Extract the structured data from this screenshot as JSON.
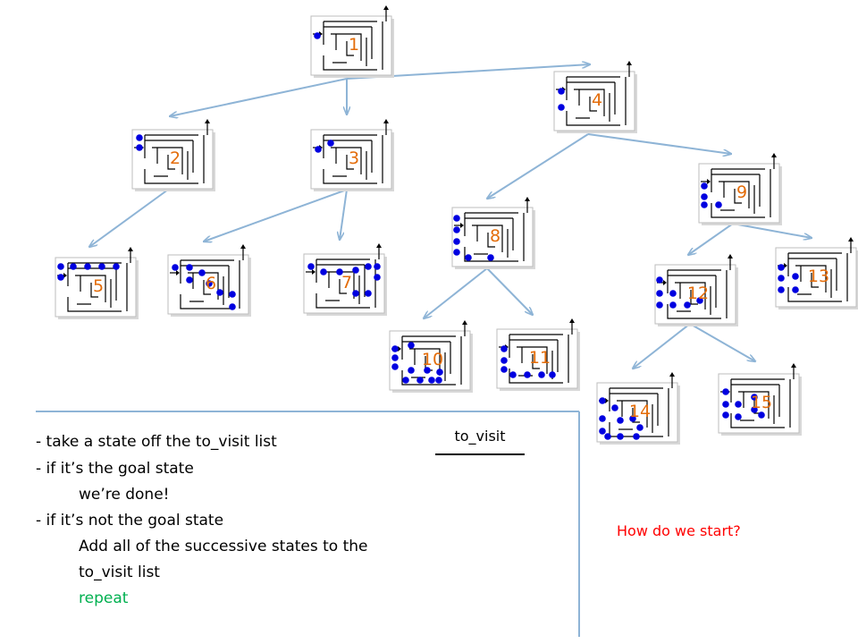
{
  "nodes": [
    {
      "id": 1,
      "label": "1"
    },
    {
      "id": 2,
      "label": "2"
    },
    {
      "id": 3,
      "label": "3"
    },
    {
      "id": 4,
      "label": "4"
    },
    {
      "id": 5,
      "label": "5"
    },
    {
      "id": 6,
      "label": "6"
    },
    {
      "id": 7,
      "label": "7"
    },
    {
      "id": 8,
      "label": "8"
    },
    {
      "id": 9,
      "label": "9"
    },
    {
      "id": 10,
      "label": "10"
    },
    {
      "id": 11,
      "label": "11"
    },
    {
      "id": 12,
      "label": "12"
    },
    {
      "id": 13,
      "label": "13"
    },
    {
      "id": 14,
      "label": "14"
    },
    {
      "id": 15,
      "label": "15"
    }
  ],
  "edges": [
    {
      "from": 1,
      "to": 2
    },
    {
      "from": 1,
      "to": 3
    },
    {
      "from": 1,
      "to": 4
    },
    {
      "from": 2,
      "to": 5
    },
    {
      "from": 3,
      "to": 6
    },
    {
      "from": 3,
      "to": 7
    },
    {
      "from": 4,
      "to": 8
    },
    {
      "from": 4,
      "to": 9
    },
    {
      "from": 8,
      "to": 10
    },
    {
      "from": 8,
      "to": 11
    },
    {
      "from": 9,
      "to": 12
    },
    {
      "from": 9,
      "to": 13
    },
    {
      "from": 12,
      "to": 14
    },
    {
      "from": 12,
      "to": 15
    }
  ],
  "steps": {
    "line1": "- take a state off the to_visit list",
    "line2": "- if it’s the goal state",
    "line3": "we’re done!",
    "line4": "- if it’s not the goal state",
    "line5": "Add all of the successive states to the",
    "line6": "to_visit list",
    "line7": "repeat"
  },
  "to_visit_label": "to_visit",
  "question": "How do we start?",
  "colors": {
    "edge": "#8eb4d6",
    "divider": "#8eb4d6",
    "dot": "#0000e0",
    "node_label": "#e36c09",
    "question": "#ff0000",
    "repeat": "#00b050"
  }
}
